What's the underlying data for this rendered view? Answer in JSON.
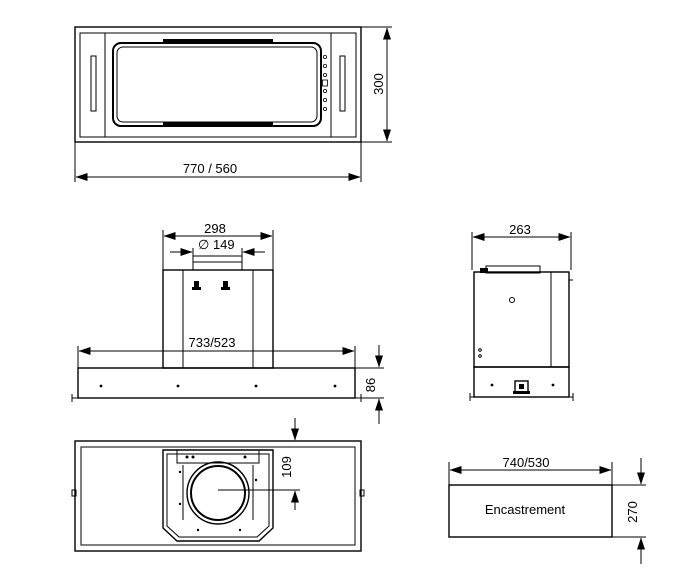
{
  "dimensions": {
    "top_height": "300",
    "top_width": "770 / 560",
    "duct_width": "298",
    "duct_diameter": "149",
    "diameter_symbol": "∅",
    "front_width": "733/523",
    "front_height": "86",
    "side_width": "263",
    "bottom_offset": "109",
    "cutout_width": "740/530",
    "cutout_height": "270"
  },
  "labels": {
    "cutout": "Encastrement"
  }
}
